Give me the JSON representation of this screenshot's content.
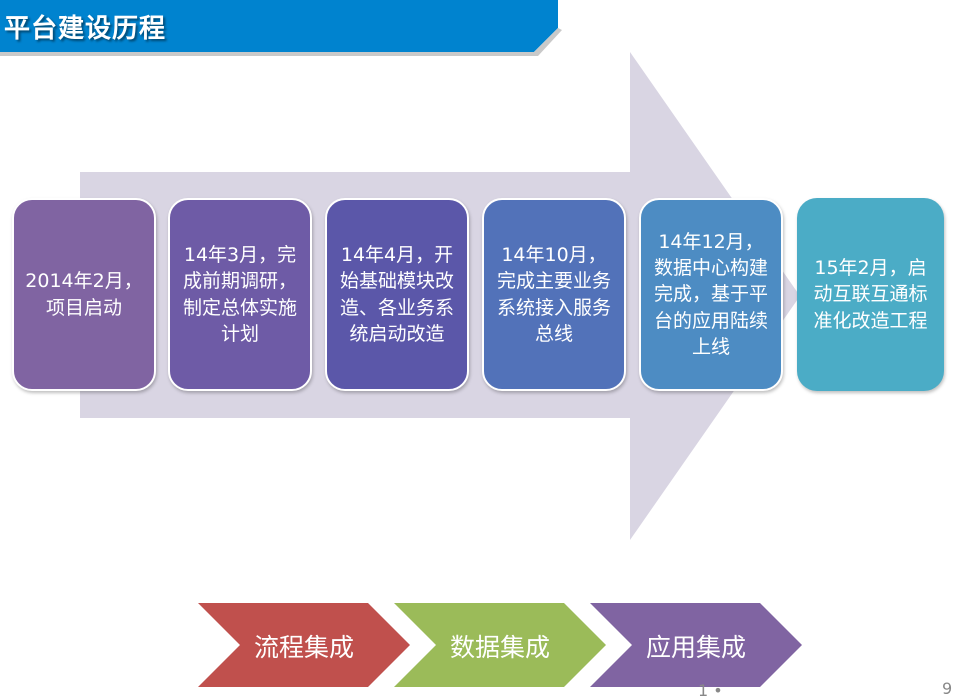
{
  "header": {
    "title": "平台建设历程",
    "color": "#0083cf"
  },
  "timeline": {
    "arrow_color": "#d9d5e3",
    "milestones": [
      {
        "text": "2014年2月，项目启动",
        "color": "#8064a2"
      },
      {
        "text": "14年3月，完成前期调研，制定总体实施计划",
        "color": "#6e5ba6"
      },
      {
        "text": "14年4月，开始基础模块改造、各业务系统启动改造",
        "color": "#5b57a9"
      },
      {
        "text": "14年10月，完成主要业务系统接入服务总线",
        "color": "#5272b9"
      },
      {
        "text": "14年12月，数据中心构建完成，基于平台的应用陆续上线",
        "color": "#4d8cc3"
      },
      {
        "text": "15年2月，启动互联互通标准化改造工程",
        "color": "#4bacc6"
      }
    ]
  },
  "stages": [
    {
      "label": "流程集成",
      "color": "#c0504d"
    },
    {
      "label": "数据集成",
      "color": "#9bbb59"
    },
    {
      "label": "应用集成",
      "color": "#8064a2"
    }
  ],
  "footer": {
    "fragment": "1 •",
    "page_number": "9"
  }
}
